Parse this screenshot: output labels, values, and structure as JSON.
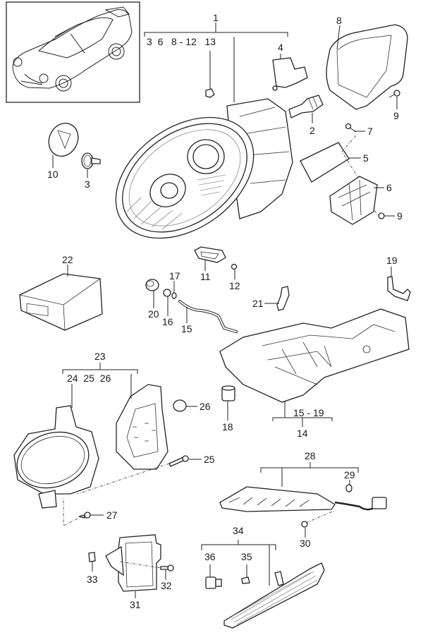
{
  "diagram": {
    "type": "exploded-parts-diagram",
    "subject": "Headlight, fog light, daytime running light and side marker assembly",
    "thumbnail": "car-overview-thumbnail"
  },
  "labels": {
    "p1": "1",
    "p1_children": "3  6   8 - 12   13",
    "p2": "2",
    "p3a": "3",
    "p4": "4",
    "p5": "5",
    "p6": "6",
    "p7": "7",
    "p8": "8",
    "p9a": "9",
    "p9b": "9",
    "p10": "10",
    "p11": "11",
    "p12": "12",
    "p13": "13",
    "p14": "14",
    "p14_children": "15 - 19",
    "p15": "15",
    "p16": "16",
    "p17": "17",
    "p18": "18",
    "p19": "19",
    "p20": "20",
    "p21": "21",
    "p22": "22",
    "p23": "23",
    "p23_children": "24  25  26",
    "p24": "24",
    "p25": "25",
    "p26": "26",
    "p27": "27",
    "p28": "28",
    "p29": "29",
    "p30": "30",
    "p31": "31",
    "p32": "32",
    "p33": "33",
    "p34": "34",
    "p35": "35",
    "p36": "36"
  },
  "parts": [
    {
      "callout": "1",
      "name": "headlight-assembly",
      "includes": [
        "3",
        "6",
        "8-12",
        "13"
      ]
    },
    {
      "callout": "2",
      "name": "bulb"
    },
    {
      "callout": "3",
      "name": "bulb-socket"
    },
    {
      "callout": "4",
      "name": "leveling-motor"
    },
    {
      "callout": "5",
      "name": "control-unit"
    },
    {
      "callout": "6",
      "name": "control-unit-bracket"
    },
    {
      "callout": "7",
      "name": "screw"
    },
    {
      "callout": "8",
      "name": "rear-cover-housing"
    },
    {
      "callout": "9",
      "name": "screw"
    },
    {
      "callout": "10",
      "name": "cap"
    },
    {
      "callout": "11",
      "name": "gasket"
    },
    {
      "callout": "12",
      "name": "screw"
    },
    {
      "callout": "13",
      "name": "clip"
    },
    {
      "callout": "14",
      "name": "mounting-plate",
      "includes": [
        "15-19"
      ]
    },
    {
      "callout": "15",
      "name": "hose"
    },
    {
      "callout": "16",
      "name": "grommet"
    },
    {
      "callout": "17",
      "name": "o-ring"
    },
    {
      "callout": "18",
      "name": "buffer"
    },
    {
      "callout": "19",
      "name": "bracket-clip"
    },
    {
      "callout": "20",
      "name": "grommet"
    },
    {
      "callout": "21",
      "name": "bracket"
    },
    {
      "callout": "22",
      "name": "control-module"
    },
    {
      "callout": "23",
      "name": "fog-light-assembly",
      "includes": [
        "24",
        "25",
        "26"
      ]
    },
    {
      "callout": "24",
      "name": "fog-light-lens-housing"
    },
    {
      "callout": "25",
      "name": "screw"
    },
    {
      "callout": "26",
      "name": "cap"
    },
    {
      "callout": "27",
      "name": "screw"
    },
    {
      "callout": "28",
      "name": "daytime-running-light",
      "includes": [
        "29"
      ]
    },
    {
      "callout": "29",
      "name": "plug"
    },
    {
      "callout": "30",
      "name": "screw"
    },
    {
      "callout": "31",
      "name": "control-unit-bracket"
    },
    {
      "callout": "32",
      "name": "screw"
    },
    {
      "callout": "33",
      "name": "clip-nut"
    },
    {
      "callout": "34",
      "name": "side-marker-light",
      "includes": [
        "35",
        "36"
      ]
    },
    {
      "callout": "35",
      "name": "bulb"
    },
    {
      "callout": "36",
      "name": "bulb-socket"
    }
  ]
}
